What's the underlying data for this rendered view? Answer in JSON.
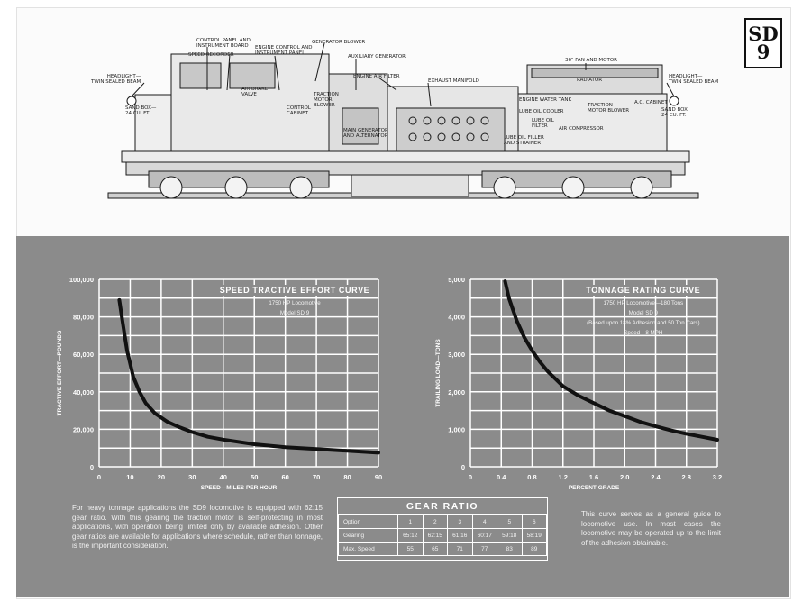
{
  "badge": {
    "line1": "SD",
    "line2": "9"
  },
  "diagram_labels": [
    "Control panel and\ninstrument board",
    "Speed recorder",
    "Engine control and\ninstrument panel",
    "Generator blower",
    "Auxiliary generator",
    "Air brake\nvalve",
    "Control\ncabinet",
    "Traction\nmotor\nblower",
    "Engine air filter",
    "Exhaust manifold",
    "36\" fan and motor",
    "Radiator",
    "Headlight—\ntwin sealed beam",
    "Sand box—\n24 cu. ft.",
    "Main generator\nand alternator",
    "Engine water tank",
    "Lube oil cooler",
    "Lube oil\nfilter",
    "Lube oil filler\nand strainer",
    "Air compressor",
    "Traction\nmotor blower",
    "A.C. cabinet",
    "Headlight—\ntwin sealed beam",
    "Sand box\n24 cu. ft."
  ],
  "chart_data": [
    {
      "type": "line",
      "title": "SPEED TRACTIVE EFFORT CURVE",
      "subtitle": [
        "1750 HP Locomotive",
        "Model SD 9"
      ],
      "xlabel": "SPEED—MILES PER HOUR",
      "ylabel": "TRACTIVE EFFORT—POUNDS",
      "xlim": [
        0,
        90
      ],
      "ylim": [
        0,
        100000
      ],
      "xticks": [
        0,
        10,
        20,
        30,
        40,
        50,
        60,
        70,
        80,
        90
      ],
      "yticks": [
        0,
        20000,
        40000,
        60000,
        80000,
        100000
      ],
      "xtick_labels": [
        "0",
        "10",
        "20",
        "30",
        "40",
        "50",
        "60",
        "70",
        "80",
        "90"
      ],
      "ytick_labels": [
        "0",
        "20,000",
        "40,000",
        "60,000",
        "80,000",
        "100,000"
      ],
      "grid": true,
      "series": [
        {
          "x": [
            6.5,
            7.5,
            9,
            11,
            13,
            15,
            18,
            22,
            26,
            30,
            35,
            40,
            50,
            60,
            70,
            80,
            90
          ],
          "y": [
            89000,
            78000,
            62000,
            48000,
            40000,
            34000,
            28500,
            24000,
            21000,
            18500,
            16000,
            14500,
            12000,
            10500,
            9500,
            8500,
            7500
          ]
        }
      ]
    },
    {
      "type": "line",
      "title": "TONNAGE RATING CURVE",
      "subtitle": [
        "1750 HP Locomotive—180 Tons",
        "Model SD 9",
        "(Based upon 18% Adhesion and 50 Ton Cars)",
        "Speed—8 MPH"
      ],
      "xlabel": "PERCENT GRADE",
      "ylabel": "TRAILING LOAD—TONS",
      "xlim": [
        0,
        3.2
      ],
      "ylim": [
        0,
        5000
      ],
      "xticks": [
        0,
        0.4,
        0.8,
        1.2,
        1.6,
        2.0,
        2.4,
        2.8,
        3.2
      ],
      "yticks": [
        0,
        1000,
        2000,
        3000,
        4000,
        5000
      ],
      "xtick_labels": [
        "0",
        "0.4",
        "0.8",
        "1.2",
        "1.6",
        "2.0",
        "2.4",
        "2.8",
        "3.2"
      ],
      "ytick_labels": [
        "0",
        "1,000",
        "2,000",
        "3,000",
        "4,000",
        "5,000"
      ],
      "grid": true,
      "series": [
        {
          "x": [
            0.45,
            0.5,
            0.6,
            0.7,
            0.8,
            0.9,
            1.0,
            1.2,
            1.4,
            1.6,
            1.8,
            2.0,
            2.2,
            2.4,
            2.6,
            2.8,
            3.0,
            3.2
          ],
          "y": [
            4950,
            4500,
            3900,
            3450,
            3100,
            2800,
            2550,
            2150,
            1900,
            1700,
            1500,
            1350,
            1200,
            1080,
            970,
            880,
            800,
            720
          ]
        }
      ]
    }
  ],
  "text": {
    "left_paragraph": "For heavy tonnage applications the SD9 locomotive is equipped with 62:15 gear ratio. With this gearing the traction motor is self-protecting in most applications, with operation being limited only by available adhesion. Other gear ratios are available for applications where schedule, rather than tonnage, is the important consideration.",
    "right_paragraph": "This curve serves as a general guide to locomotive use. In most cases the locomotive may be operated up to the limit of the adhesion obtainable."
  },
  "gear_ratio": {
    "title": "GEAR RATIO",
    "rows": [
      [
        "Option",
        "1",
        "2",
        "3",
        "4",
        "5",
        "6"
      ],
      [
        "Gearing",
        "65:12",
        "62:15",
        "61:16",
        "60:17",
        "59:18",
        "58:19"
      ],
      [
        "Max. Speed",
        "55",
        "65",
        "71",
        "77",
        "83",
        "89"
      ]
    ]
  },
  "colors": {
    "panel": "#8b8b8b",
    "grid": "#ffffff",
    "curve": "#111111",
    "page": "#fbfbfb"
  }
}
